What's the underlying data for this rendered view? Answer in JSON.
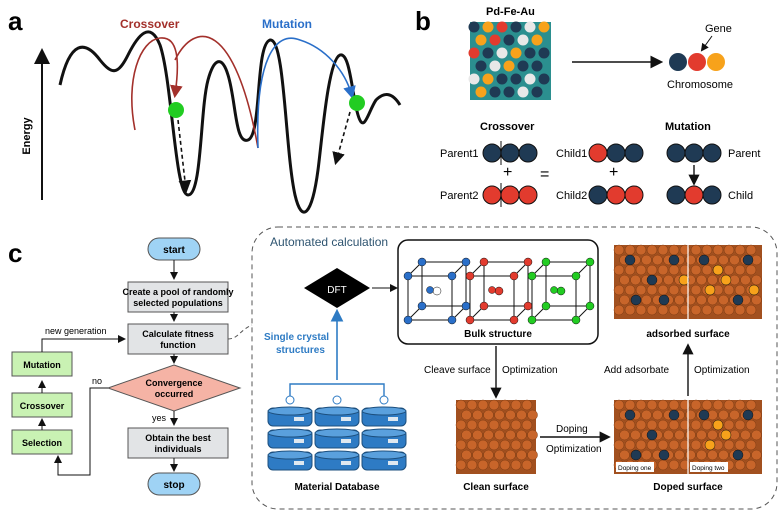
{
  "panel_a": {
    "label": "a",
    "crossover_label": "Crossover",
    "mutation_label": "Mutation",
    "energy_axis_label": "Energy"
  },
  "panel_b": {
    "label": "b",
    "alloy_title": "Pd-Fe-Au",
    "gene_label": "Gene",
    "chromosome_label": "Chromosome",
    "crossover_heading": "Crossover",
    "mutation_heading": "Mutation",
    "parent1": "Parent1",
    "parent2": "Parent2",
    "child1": "Child1",
    "child2": "Child2",
    "parent": "Parent",
    "child": "Child",
    "plus": "+",
    "equals": "="
  },
  "panel_c": {
    "label": "c",
    "flow": {
      "start": "start",
      "pool_line1": "Create a pool of randomly",
      "pool_line2": "selected populations",
      "fitness_line1": "Calculate fitness",
      "fitness_line2": "function",
      "convergence_line1": "Convergence",
      "convergence_line2": "occurred",
      "best_line1": "Obtain the best",
      "best_line2": "individuals",
      "stop": "stop",
      "yes": "yes",
      "no": "no",
      "new_generation": "new generation",
      "mutation": "Mutation",
      "crossover": "Crossover",
      "selection": "Selection"
    },
    "automated": {
      "title": "Automated calculation",
      "dft": "DFT",
      "single_crystal_line1": "Single crystal",
      "single_crystal_line2": "structures",
      "material_database": "Material Database",
      "bulk_structure": "Bulk structure",
      "cleave_surface": "Cleave surface",
      "optimization_1": "Optimization",
      "clean_surface": "Clean surface",
      "doping": "Doping",
      "optimization_2": "Optimization",
      "doped_surface": "Doped surface",
      "doping_one": "Doping one",
      "doping_two": "Doping two",
      "add_adsorbate": "Add adsorbate",
      "optimization_3": "Optimization",
      "adsorbed_surface": "adsorbed surface"
    }
  },
  "colors": {
    "navy": "#1f3a54",
    "red": "#e23b2e",
    "orange": "#f7a21b",
    "teal": "#2b8f8f",
    "green": "#22cc22",
    "crossover_red": "#a3302b",
    "mutation_blue": "#2a6fc9",
    "copper": "#a2501f",
    "flow_blue": "#9fd3f5",
    "flow_gray": "#e2e4e6",
    "flow_pink": "#f5b3a5",
    "flow_green": "#c9f2b3",
    "db_blue": "#2e7bc4"
  }
}
